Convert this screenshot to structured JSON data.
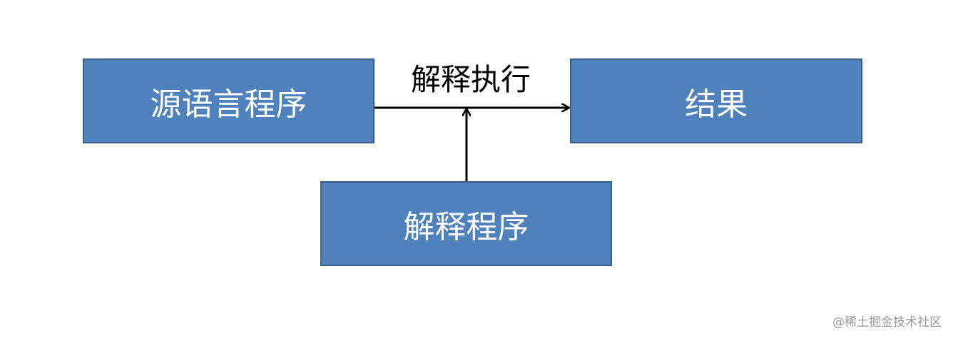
{
  "nodes": {
    "source": {
      "label": "源语言程序"
    },
    "result": {
      "label": "结果"
    },
    "interpreter": {
      "label": "解释程序"
    }
  },
  "edges": {
    "source_to_result": {
      "label": "解释执行"
    }
  },
  "watermark": {
    "text": "@稀土掘金技术社区"
  },
  "colors": {
    "box_fill": "#4f81bd",
    "box_border": "#385d8a",
    "box_text": "#ffffff",
    "arrow": "#000000"
  }
}
